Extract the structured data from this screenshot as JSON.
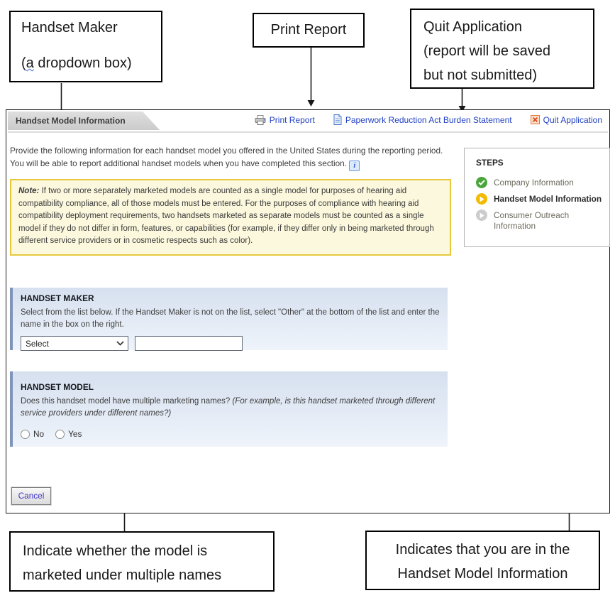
{
  "callouts": {
    "handset_maker": {
      "line1": "Handset Maker",
      "paren_open": "(",
      "wavy_letter": "a",
      "line2_rest": " dropdown box)"
    },
    "print_report": {
      "text": "Print Report"
    },
    "quit_application": {
      "line1": "Quit Application",
      "line2": "(report will be saved",
      "line3": "but not submitted)"
    },
    "multiple_names": {
      "line1": "Indicate whether the model is",
      "line2": "marketed under multiple names"
    },
    "steps_indicator": {
      "line1": "Indicates that you are in the",
      "line2": "Handset Model Information"
    }
  },
  "app": {
    "tab_title": "Handset Model Information",
    "toolbar": {
      "print_report": "Print Report",
      "paperwork": "Paperwork Reduction Act Burden Statement",
      "quit": "Quit Application"
    },
    "intro_text": "Provide the following information for each handset model you offered in the United States during the reporting period. You will be able to report additional handset models when you have completed this section.",
    "info_icon_glyph": "i",
    "note": {
      "label": "Note:",
      "text": " If two or more separately marketed models are counted as a single model for purposes of hearing aid compatibility compliance, all of those models must be entered.  For the purposes of compliance with hearing aid compatibility deployment requirements, two handsets marketed as separate models must be counted as a single model if they do not differ in form, features, or capabilities (for example, if they differ only in being marketed through different service providers or in cosmetic respects such as color)."
    },
    "maker_section": {
      "title": "HANDSET MAKER",
      "desc": "Select from the list below. If the Handset Maker is not on the list, select \"Other\" at the bottom of the list and enter the name in the box on the right.",
      "select_value": "Select",
      "other_input_value": ""
    },
    "model_section": {
      "title": "HANDSET MODEL",
      "question": "Does this handset model have multiple marketing names? ",
      "question_italic": "(For example, is this handset marketed through different service providers under different names?)",
      "radio_no_label": "No",
      "radio_yes_label": "Yes"
    },
    "cancel_button": "Cancel",
    "steps": {
      "title": "STEPS",
      "items": [
        {
          "label": "Company Information",
          "status": "complete"
        },
        {
          "label": "Handset Model Information",
          "status": "current"
        },
        {
          "label": "Consumer Outreach Information",
          "status": "upcoming"
        }
      ]
    }
  },
  "colors": {
    "link_blue": "#2343c3",
    "note_bg": "#fcf8de",
    "note_border": "#e7c83d",
    "section_bg_top": "#d6e0ef",
    "section_left_bar": "#8093b9",
    "step_complete_green": "#4aa53b",
    "step_current_yellow": "#f2ba00",
    "step_upcoming_gray": "#cccccc",
    "quit_icon_orange": "#e5763a",
    "tab_gray": "#d4d4d4"
  }
}
